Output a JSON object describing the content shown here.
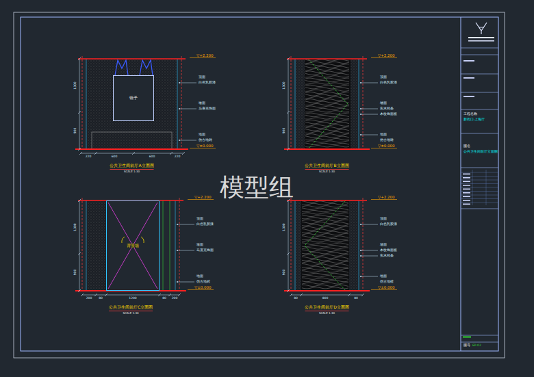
{
  "diagram": {
    "nodes": [
      {
        "text": [
          "镜子"
        ]
      },
      {
        "text": [
          "背景墙"
        ]
      }
    ],
    "labels": [
      "▽+2.200",
      "▽±0.000",
      "顶面",
      "白色乳胶漆",
      "墙面",
      "马赛克饰面",
      "地面",
      "仿古地砖",
      "1300",
      "900",
      "220",
      "600",
      "600",
      "220",
      "公共卫生间前厅A立面图",
      "SCALE 1:30",
      "▽+2.200",
      "▽±0.000",
      "顶面",
      "白色乳胶漆",
      "墙面",
      "实木线条",
      "木纹饰面板",
      "地面",
      "仿古地砖",
      "1300",
      "900",
      "公共卫生间前厅B立面图",
      "SCALE 1:30",
      "▽+2.200",
      "▽±0.000",
      "顶面",
      "白色乳胶漆",
      "墙面",
      "马赛克饰面",
      "地面",
      "仿古地砖",
      "1300",
      "900",
      "200",
      "80",
      "1200",
      "80",
      "200",
      "公共卫生间前厅C立面图",
      "SCALE 1:30",
      "▽+2.200",
      "▽±0.000",
      "顶面",
      "白色乳胶漆",
      "墙面",
      "木纹饰面板",
      "实木线条",
      "地面",
      "仿古地砖",
      "1300",
      "900",
      "80",
      "800",
      "80",
      "公共卫生间前厅D立面图",
      "SCALE 1:30",
      "模型组",
      "工程名称",
      "新街口·上海厅",
      "图名",
      "公共卫生间前厅立面图",
      "图号",
      "EP-02"
    ]
  }
}
